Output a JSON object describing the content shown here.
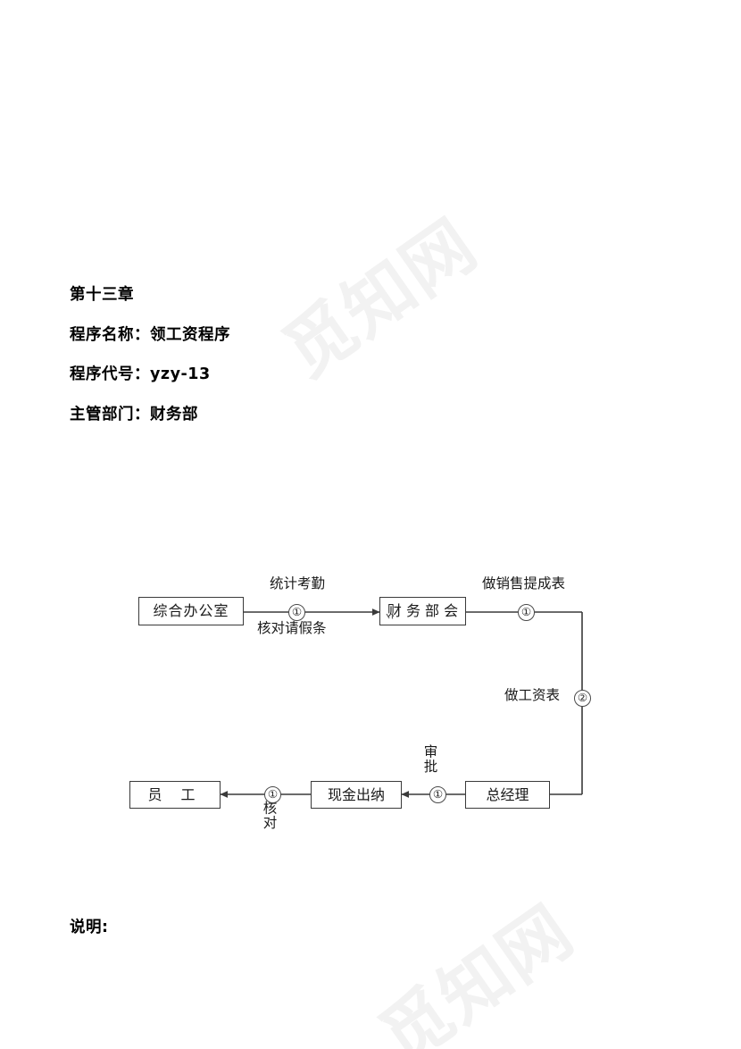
{
  "document": {
    "chapter": "第十三章",
    "fields": [
      {
        "label": "程序名称：",
        "value": "领工资程序"
      },
      {
        "label": "程序代号：",
        "value": "yzy-13"
      },
      {
        "label": "主管部门：",
        "value": "财务部"
      }
    ],
    "note_label": "说明:",
    "watermark": "觅知网",
    "watermark_color": "#f2f2f2"
  },
  "flowchart": {
    "nodes": {
      "office": "综合办公室",
      "finance": "财 务 部 会",
      "staff": "员 工",
      "cashier": "现金出纳",
      "manager": "总经理"
    },
    "edge_labels": {
      "attendance": "统计考勤",
      "leave_check": "核对请假条",
      "commission": "做销售提成表",
      "payroll": "做工资表",
      "approve": "审批",
      "verify": "核对"
    },
    "markers": {
      "m1": "①",
      "m2": "①",
      "m3": "②",
      "m4": "①",
      "m5": "①"
    },
    "line_color": "#3a3a3a"
  }
}
